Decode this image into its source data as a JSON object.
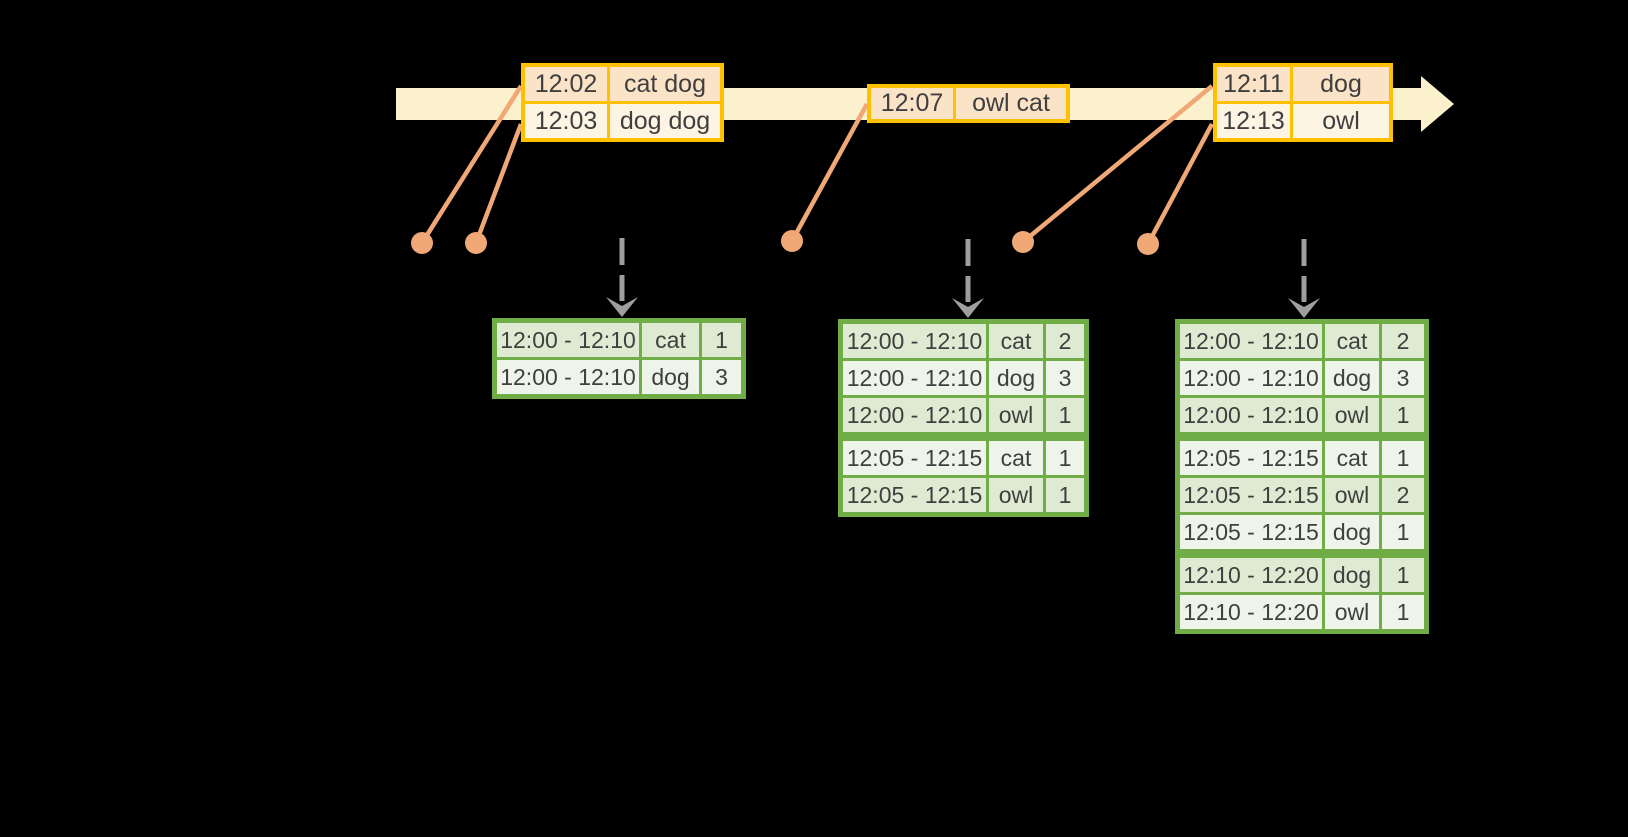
{
  "colors": {
    "background": "#000000",
    "timeline_fill": "#FCF1CD",
    "event_border": "#FFC000",
    "event_row_dark": "#FAE3C7",
    "event_row_light": "#FDF4E3",
    "connector": "#F0A877",
    "result_border": "#70AD47",
    "result_row_dark": "#DFEAD2",
    "result_row_light": "#EFF4EA",
    "dashed_arrow": "#9E9E9E",
    "text": "#3F3F3F"
  },
  "icons": {
    "timeline_arrowhead": "arrow-right",
    "trigger_arrow": "dashed-arrow-down",
    "event_marker": "dot"
  },
  "event_tables": [
    {
      "rows": [
        {
          "time": "12:02",
          "words": "cat dog"
        },
        {
          "time": "12:03",
          "words": "dog dog"
        }
      ]
    },
    {
      "rows": [
        {
          "time": "12:07",
          "words": "owl cat"
        }
      ]
    },
    {
      "rows": [
        {
          "time": "12:11",
          "words": "dog"
        },
        {
          "time": "12:13",
          "words": "owl"
        }
      ]
    }
  ],
  "result_tables": [
    {
      "rows": [
        {
          "window": "12:00 - 12:10",
          "word": "cat",
          "count": "1"
        },
        {
          "window": "12:00 - 12:10",
          "word": "dog",
          "count": "3"
        }
      ]
    },
    {
      "rows": [
        {
          "window": "12:00 - 12:10",
          "word": "cat",
          "count": "2"
        },
        {
          "window": "12:00 - 12:10",
          "word": "dog",
          "count": "3"
        },
        {
          "window": "12:00 - 12:10",
          "word": "owl",
          "count": "1"
        },
        {
          "window": "12:05 - 12:15",
          "word": "cat",
          "count": "1"
        },
        {
          "window": "12:05 - 12:15",
          "word": "owl",
          "count": "1"
        }
      ]
    },
    {
      "rows": [
        {
          "window": "12:00 - 12:10",
          "word": "cat",
          "count": "2"
        },
        {
          "window": "12:00 - 12:10",
          "word": "dog",
          "count": "3"
        },
        {
          "window": "12:00 - 12:10",
          "word": "owl",
          "count": "1"
        },
        {
          "window": "12:05 - 12:15",
          "word": "cat",
          "count": "1"
        },
        {
          "window": "12:05 - 12:15",
          "word": "owl",
          "count": "2"
        },
        {
          "window": "12:05 - 12:15",
          "word": "dog",
          "count": "1"
        },
        {
          "window": "12:10 - 12:20",
          "word": "dog",
          "count": "1"
        },
        {
          "window": "12:10 - 12:20",
          "word": "owl",
          "count": "1"
        }
      ]
    }
  ]
}
